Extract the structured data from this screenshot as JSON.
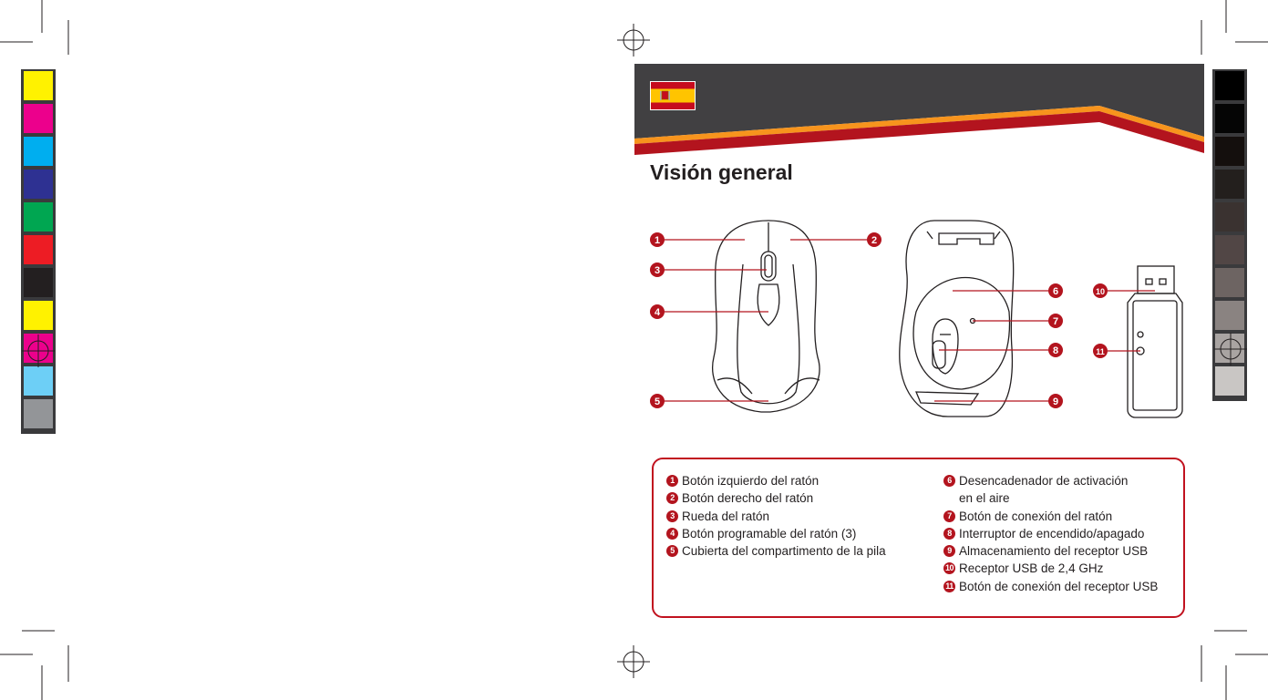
{
  "page": {
    "title": "Visión general"
  },
  "colors": {
    "accent_red": "#b3141e",
    "accent_orange": "#f7941d",
    "band_dark": "#414042"
  },
  "left_color_bar": [
    "#fff200",
    "#ec008c",
    "#00aeef",
    "#2e3192",
    "#00a651",
    "#ed1c24",
    "#231f20",
    "#fff200",
    "#ec008c",
    "#6dcff6",
    "#939598"
  ],
  "right_color_bar": [
    "#000000",
    "#050505",
    "#140f0d",
    "#231f1d",
    "#3a3230",
    "#514645",
    "#6d6462",
    "#8a8381",
    "#a9a4a2",
    "#c9c6c4"
  ],
  "callouts": [
    "1",
    "2",
    "3",
    "4",
    "5",
    "6",
    "7",
    "8",
    "9",
    "10",
    "11"
  ],
  "legend": {
    "left": [
      {
        "num": "1",
        "text": "Botón izquierdo del ratón"
      },
      {
        "num": "2",
        "text": "Botón derecho del ratón"
      },
      {
        "num": "3",
        "text": "Rueda del ratón"
      },
      {
        "num": "4",
        "text": "Botón programable del ratón (3)"
      },
      {
        "num": "5",
        "text": "Cubierta del compartimento de la pila"
      }
    ],
    "right": [
      {
        "num": "6",
        "text": "Desencadenador de activación",
        "text2": "en el aire"
      },
      {
        "num": "7",
        "text": "Botón de conexión del ratón"
      },
      {
        "num": "8",
        "text": "Interruptor de encendido/apagado"
      },
      {
        "num": "9",
        "text": "Almacenamiento del receptor USB"
      },
      {
        "num": "10",
        "text": "Receptor USB de 2,4 GHz"
      },
      {
        "num": "11",
        "text": "Botón de conexión del receptor USB"
      }
    ]
  }
}
